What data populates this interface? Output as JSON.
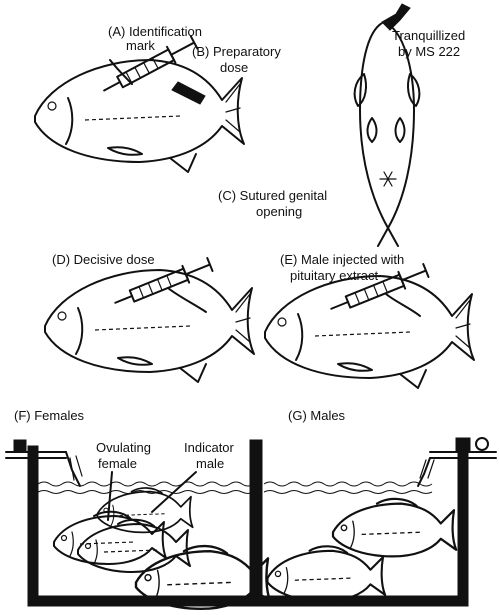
{
  "labels": {
    "a": "(A) Identification",
    "a2": "mark",
    "b": "(B) Preparatory",
    "b2": "dose",
    "tranq1": "Tranquillized",
    "tranq2": "by MS 222",
    "c1": "(C) Sutured genital",
    "c2": "opening",
    "d": "(D) Decisive dose",
    "e1": "(E) Male injected with",
    "e2": "pituitary extract",
    "f": "(F) Females",
    "g": "(G) Males",
    "ov1": "Ovulating",
    "ov2": "female",
    "ind1": "Indicator",
    "ind2": "male"
  },
  "colors": {
    "ink": "#111111",
    "paper": "#ffffff"
  }
}
